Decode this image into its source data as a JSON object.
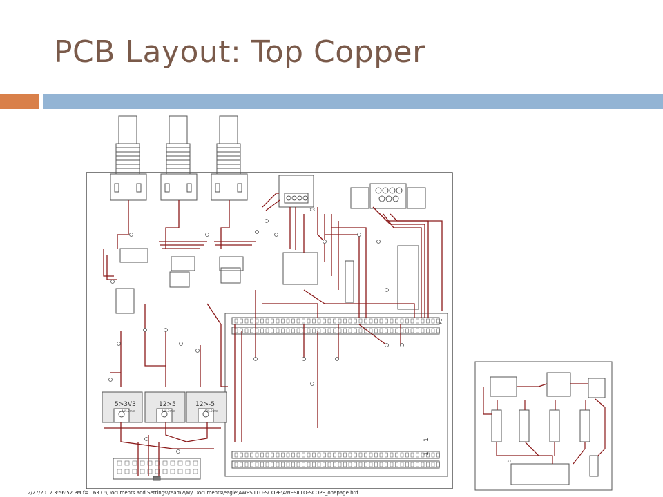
{
  "slide": {
    "title": "PCB Layout: Top Copper",
    "accent_orange": "#d9804a",
    "accent_blue": "#93b4d4",
    "title_color": "#7a5a4a"
  },
  "board": {
    "trace_color": "#8b1a1a",
    "outline_color": "#555555",
    "regulators": [
      {
        "label": "5>3V3",
        "sublabel": "A15.2mm"
      },
      {
        "label": "12>5",
        "sublabel": "A15.2mm"
      },
      {
        "label": "12>-5",
        "sublabel": "A15.2mm"
      }
    ],
    "connector_labels": {
      "x3": "X3",
      "header_1a": "1",
      "header_1b": "1",
      "p1": "P1"
    }
  },
  "small_board": {
    "x1_label": "X1"
  },
  "footer": {
    "text": "2/27/2012 3:56:52 PM  f=1.63  C:\\Documents and Settings\\team2\\My Documents\\eagle\\AWESILLO-SCOPE\\AWESILLO-SCOPE_onepage.brd"
  }
}
